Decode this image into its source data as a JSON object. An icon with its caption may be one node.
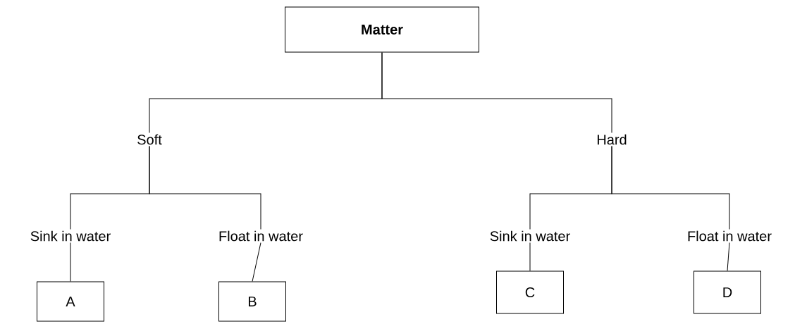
{
  "diagram": {
    "nodes": [
      {
        "text": [
          "Matter"
        ]
      },
      {
        "text": [
          "Soft"
        ]
      },
      {
        "text": [
          "Hard"
        ]
      },
      {
        "text": [
          "Sink in water"
        ]
      },
      {
        "text": [
          "Float in water"
        ]
      },
      {
        "text": [
          "Sink in water"
        ]
      },
      {
        "text": [
          "Float in water"
        ]
      },
      {
        "text": [
          "A"
        ]
      },
      {
        "text": [
          "B"
        ]
      },
      {
        "text": [
          "C"
        ]
      },
      {
        "text": [
          "D"
        ]
      }
    ],
    "edges": [
      {
        "from": 0,
        "to": 1,
        "arrow": "none"
      },
      {
        "from": 0,
        "to": 2,
        "arrow": "none"
      },
      {
        "from": 1,
        "to": 3,
        "arrow": "none"
      },
      {
        "from": 1,
        "to": 4,
        "arrow": "none"
      },
      {
        "from": 2,
        "to": 5,
        "arrow": "none"
      },
      {
        "from": 2,
        "to": 6,
        "arrow": "none"
      },
      {
        "from": 3,
        "to": 7,
        "arrow": "none"
      },
      {
        "from": 4,
        "to": 8,
        "arrow": "none"
      },
      {
        "from": 5,
        "to": 9,
        "arrow": "none"
      },
      {
        "from": 6,
        "to": 10,
        "arrow": "none"
      }
    ]
  }
}
